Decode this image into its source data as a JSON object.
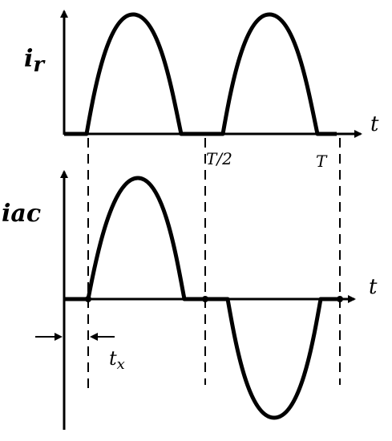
{
  "top_plot": {
    "label_main": "i",
    "label_sub": "r",
    "axis_label": "t",
    "tick_half": "T/2",
    "tick_full": "T"
  },
  "bottom_plot": {
    "label_main": "i",
    "label_sub": "ac",
    "axis_label": "t",
    "interval_label_main": "t",
    "interval_label_sub": "x"
  },
  "colors": {
    "ink": "#000000",
    "background": "#ffffff"
  }
}
